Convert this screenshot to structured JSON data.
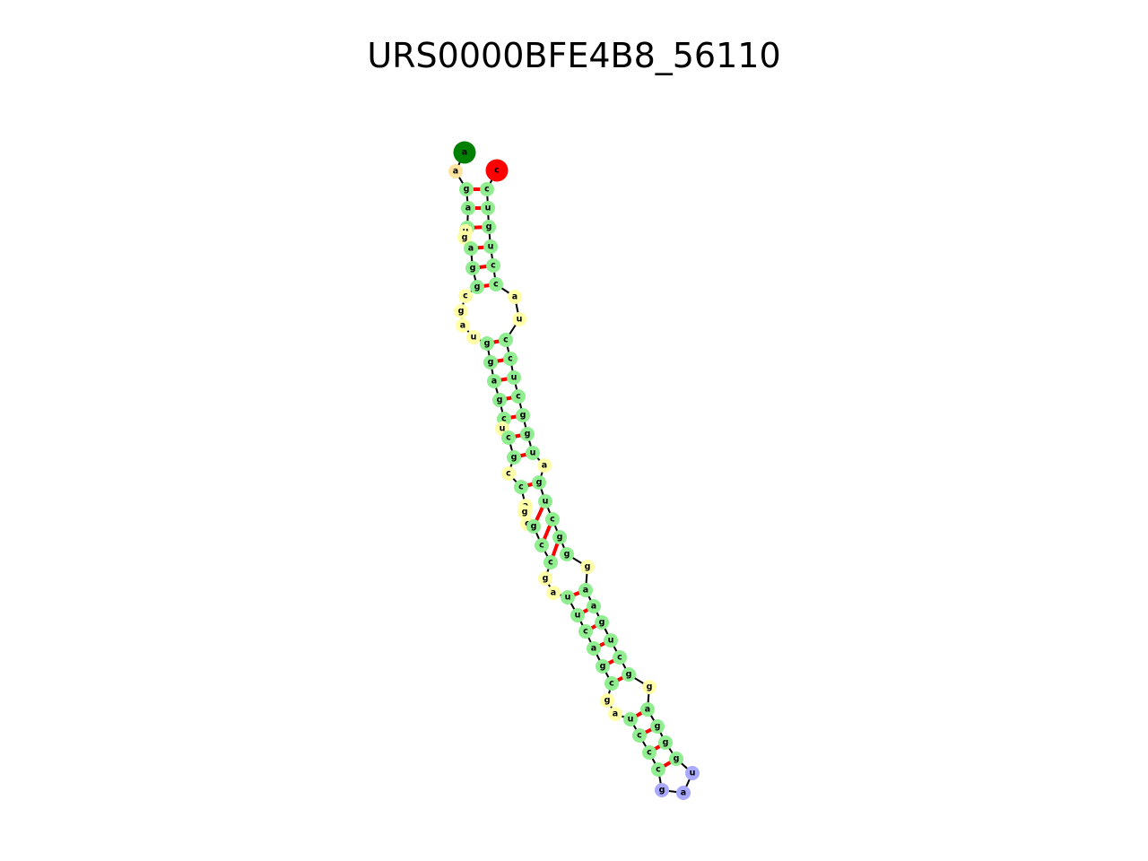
{
  "title": "URS0000BFE4B8_56110",
  "colors": {
    "five_prime_end": "#008000",
    "three_prime_end": "#ff0000",
    "stem": "#90ee90",
    "interior_loop": "#ffffa8",
    "hairpin_loop": "#a9a9ff",
    "dangling_end": "#ffe4a0",
    "backbone": "#000000",
    "base_pair": "#ff0000"
  },
  "nucleotides": [
    {
      "base": "a",
      "type": "five_prime_end"
    },
    {
      "base": "a",
      "type": "dangling_end"
    },
    {
      "base": "g",
      "type": "stem"
    },
    {
      "base": "a",
      "type": "stem"
    },
    {
      "base": "u",
      "type": "stem"
    },
    {
      "base": "u",
      "type": "interior_loop"
    },
    {
      "base": "g",
      "type": "interior_loop"
    },
    {
      "base": "a",
      "type": "stem"
    },
    {
      "base": "g",
      "type": "stem"
    },
    {
      "base": "g",
      "type": "stem"
    },
    {
      "base": "c",
      "type": "interior_loop"
    },
    {
      "base": "g",
      "type": "interior_loop"
    },
    {
      "base": "a",
      "type": "interior_loop"
    },
    {
      "base": "u",
      "type": "interior_loop"
    },
    {
      "base": "g",
      "type": "stem"
    },
    {
      "base": "g",
      "type": "stem"
    },
    {
      "base": "a",
      "type": "stem"
    },
    {
      "base": "g",
      "type": "stem"
    },
    {
      "base": "c",
      "type": "stem"
    },
    {
      "base": "u",
      "type": "interior_loop"
    },
    {
      "base": "c",
      "type": "stem"
    },
    {
      "base": "g",
      "type": "stem"
    },
    {
      "base": "c",
      "type": "interior_loop"
    },
    {
      "base": "c",
      "type": "stem"
    },
    {
      "base": "a",
      "type": "interior_loop"
    },
    {
      "base": "g",
      "type": "interior_loop"
    },
    {
      "base": "c",
      "type": "interior_loop"
    },
    {
      "base": "g",
      "type": "stem"
    },
    {
      "base": "c",
      "type": "stem"
    },
    {
      "base": "c",
      "type": "stem"
    },
    {
      "base": "g",
      "type": "interior_loop"
    },
    {
      "base": "a",
      "type": "interior_loop"
    },
    {
      "base": "u",
      "type": "stem"
    },
    {
      "base": "u",
      "type": "stem"
    },
    {
      "base": "c",
      "type": "stem"
    },
    {
      "base": "a",
      "type": "stem"
    },
    {
      "base": "g",
      "type": "stem"
    },
    {
      "base": "c",
      "type": "stem"
    },
    {
      "base": "g",
      "type": "interior_loop"
    },
    {
      "base": "a",
      "type": "interior_loop"
    },
    {
      "base": "u",
      "type": "stem"
    },
    {
      "base": "c",
      "type": "stem"
    },
    {
      "base": "c",
      "type": "stem"
    },
    {
      "base": "c",
      "type": "stem"
    },
    {
      "base": "g",
      "type": "hairpin_loop"
    },
    {
      "base": "a",
      "type": "hairpin_loop"
    },
    {
      "base": "u",
      "type": "hairpin_loop"
    },
    {
      "base": "g",
      "type": "stem"
    },
    {
      "base": "g",
      "type": "stem"
    },
    {
      "base": "g",
      "type": "stem"
    },
    {
      "base": "a",
      "type": "stem"
    },
    {
      "base": "g",
      "type": "interior_loop"
    },
    {
      "base": "g",
      "type": "stem"
    },
    {
      "base": "c",
      "type": "stem"
    },
    {
      "base": "u",
      "type": "stem"
    },
    {
      "base": "g",
      "type": "stem"
    },
    {
      "base": "a",
      "type": "stem"
    },
    {
      "base": "a",
      "type": "stem"
    },
    {
      "base": "g",
      "type": "interior_loop"
    },
    {
      "base": "g",
      "type": "stem"
    },
    {
      "base": "g",
      "type": "stem"
    },
    {
      "base": "c",
      "type": "stem"
    },
    {
      "base": "u",
      "type": "stem"
    },
    {
      "base": "g",
      "type": "stem"
    },
    {
      "base": "a",
      "type": "interior_loop"
    },
    {
      "base": "u",
      "type": "stem"
    },
    {
      "base": "g",
      "type": "stem"
    },
    {
      "base": "g",
      "type": "stem"
    },
    {
      "base": "c",
      "type": "stem"
    },
    {
      "base": "u",
      "type": "stem"
    },
    {
      "base": "c",
      "type": "stem"
    },
    {
      "base": "c",
      "type": "stem"
    },
    {
      "base": "u",
      "type": "interior_loop"
    },
    {
      "base": "a",
      "type": "interior_loop"
    },
    {
      "base": "c",
      "type": "stem"
    },
    {
      "base": "c",
      "type": "stem"
    },
    {
      "base": "u",
      "type": "stem"
    },
    {
      "base": "g",
      "type": "stem"
    },
    {
      "base": "u",
      "type": "stem"
    },
    {
      "base": "c",
      "type": "stem"
    },
    {
      "base": "c",
      "type": "three_prime_end"
    }
  ],
  "base_pairs": [
    [
      2,
      79
    ],
    [
      3,
      78
    ],
    [
      4,
      77
    ],
    [
      7,
      76
    ],
    [
      8,
      75
    ],
    [
      9,
      74
    ],
    [
      14,
      71
    ],
    [
      15,
      70
    ],
    [
      16,
      69
    ],
    [
      17,
      68
    ],
    [
      18,
      67
    ],
    [
      20,
      66
    ],
    [
      21,
      65
    ],
    [
      23,
      63
    ],
    [
      27,
      62
    ],
    [
      28,
      61
    ],
    [
      29,
      60
    ],
    [
      32,
      57
    ],
    [
      33,
      56
    ],
    [
      34,
      55
    ],
    [
      35,
      54
    ],
    [
      36,
      53
    ],
    [
      37,
      52
    ],
    [
      40,
      50
    ],
    [
      41,
      49
    ],
    [
      42,
      48
    ],
    [
      43,
      47
    ]
  ]
}
